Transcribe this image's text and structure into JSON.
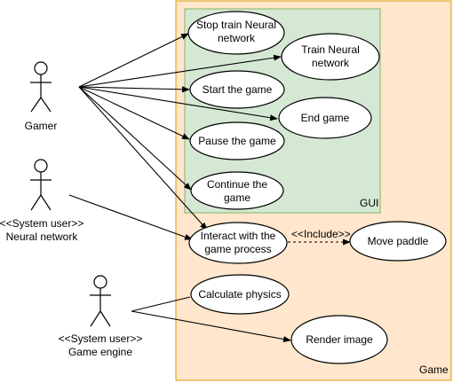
{
  "boundaries": {
    "game": {
      "label": "Game"
    },
    "gui": {
      "label": "GUI"
    }
  },
  "actors": {
    "gamer": {
      "lines": [
        "Gamer"
      ]
    },
    "neural": {
      "lines": [
        "<<System user>>",
        "Neural network"
      ]
    },
    "engine": {
      "lines": [
        "<<System user>>",
        "Game engine"
      ]
    }
  },
  "usecases": {
    "stop_train": {
      "lines": [
        "Stop train Neural",
        "network"
      ]
    },
    "train": {
      "lines": [
        "Train Neural",
        "network"
      ]
    },
    "start": {
      "lines": [
        "Start the game"
      ]
    },
    "end": {
      "lines": [
        "End game"
      ]
    },
    "pause": {
      "lines": [
        "Pause the game"
      ]
    },
    "continue": {
      "lines": [
        "Continue the",
        "game"
      ]
    },
    "interact": {
      "lines": [
        "Interact with the",
        "game process"
      ]
    },
    "move_paddle": {
      "lines": [
        "Move paddle"
      ]
    },
    "physics": {
      "lines": [
        "Calculate physics"
      ]
    },
    "render": {
      "lines": [
        "Render image"
      ]
    }
  },
  "relations": {
    "include_label": "<<Include>>"
  },
  "colors": {
    "game_fill": "#ffe6cc",
    "game_stroke": "#d79b00",
    "gui_fill": "#d5e8d4",
    "gui_stroke": "#82b366",
    "line": "#000000"
  }
}
